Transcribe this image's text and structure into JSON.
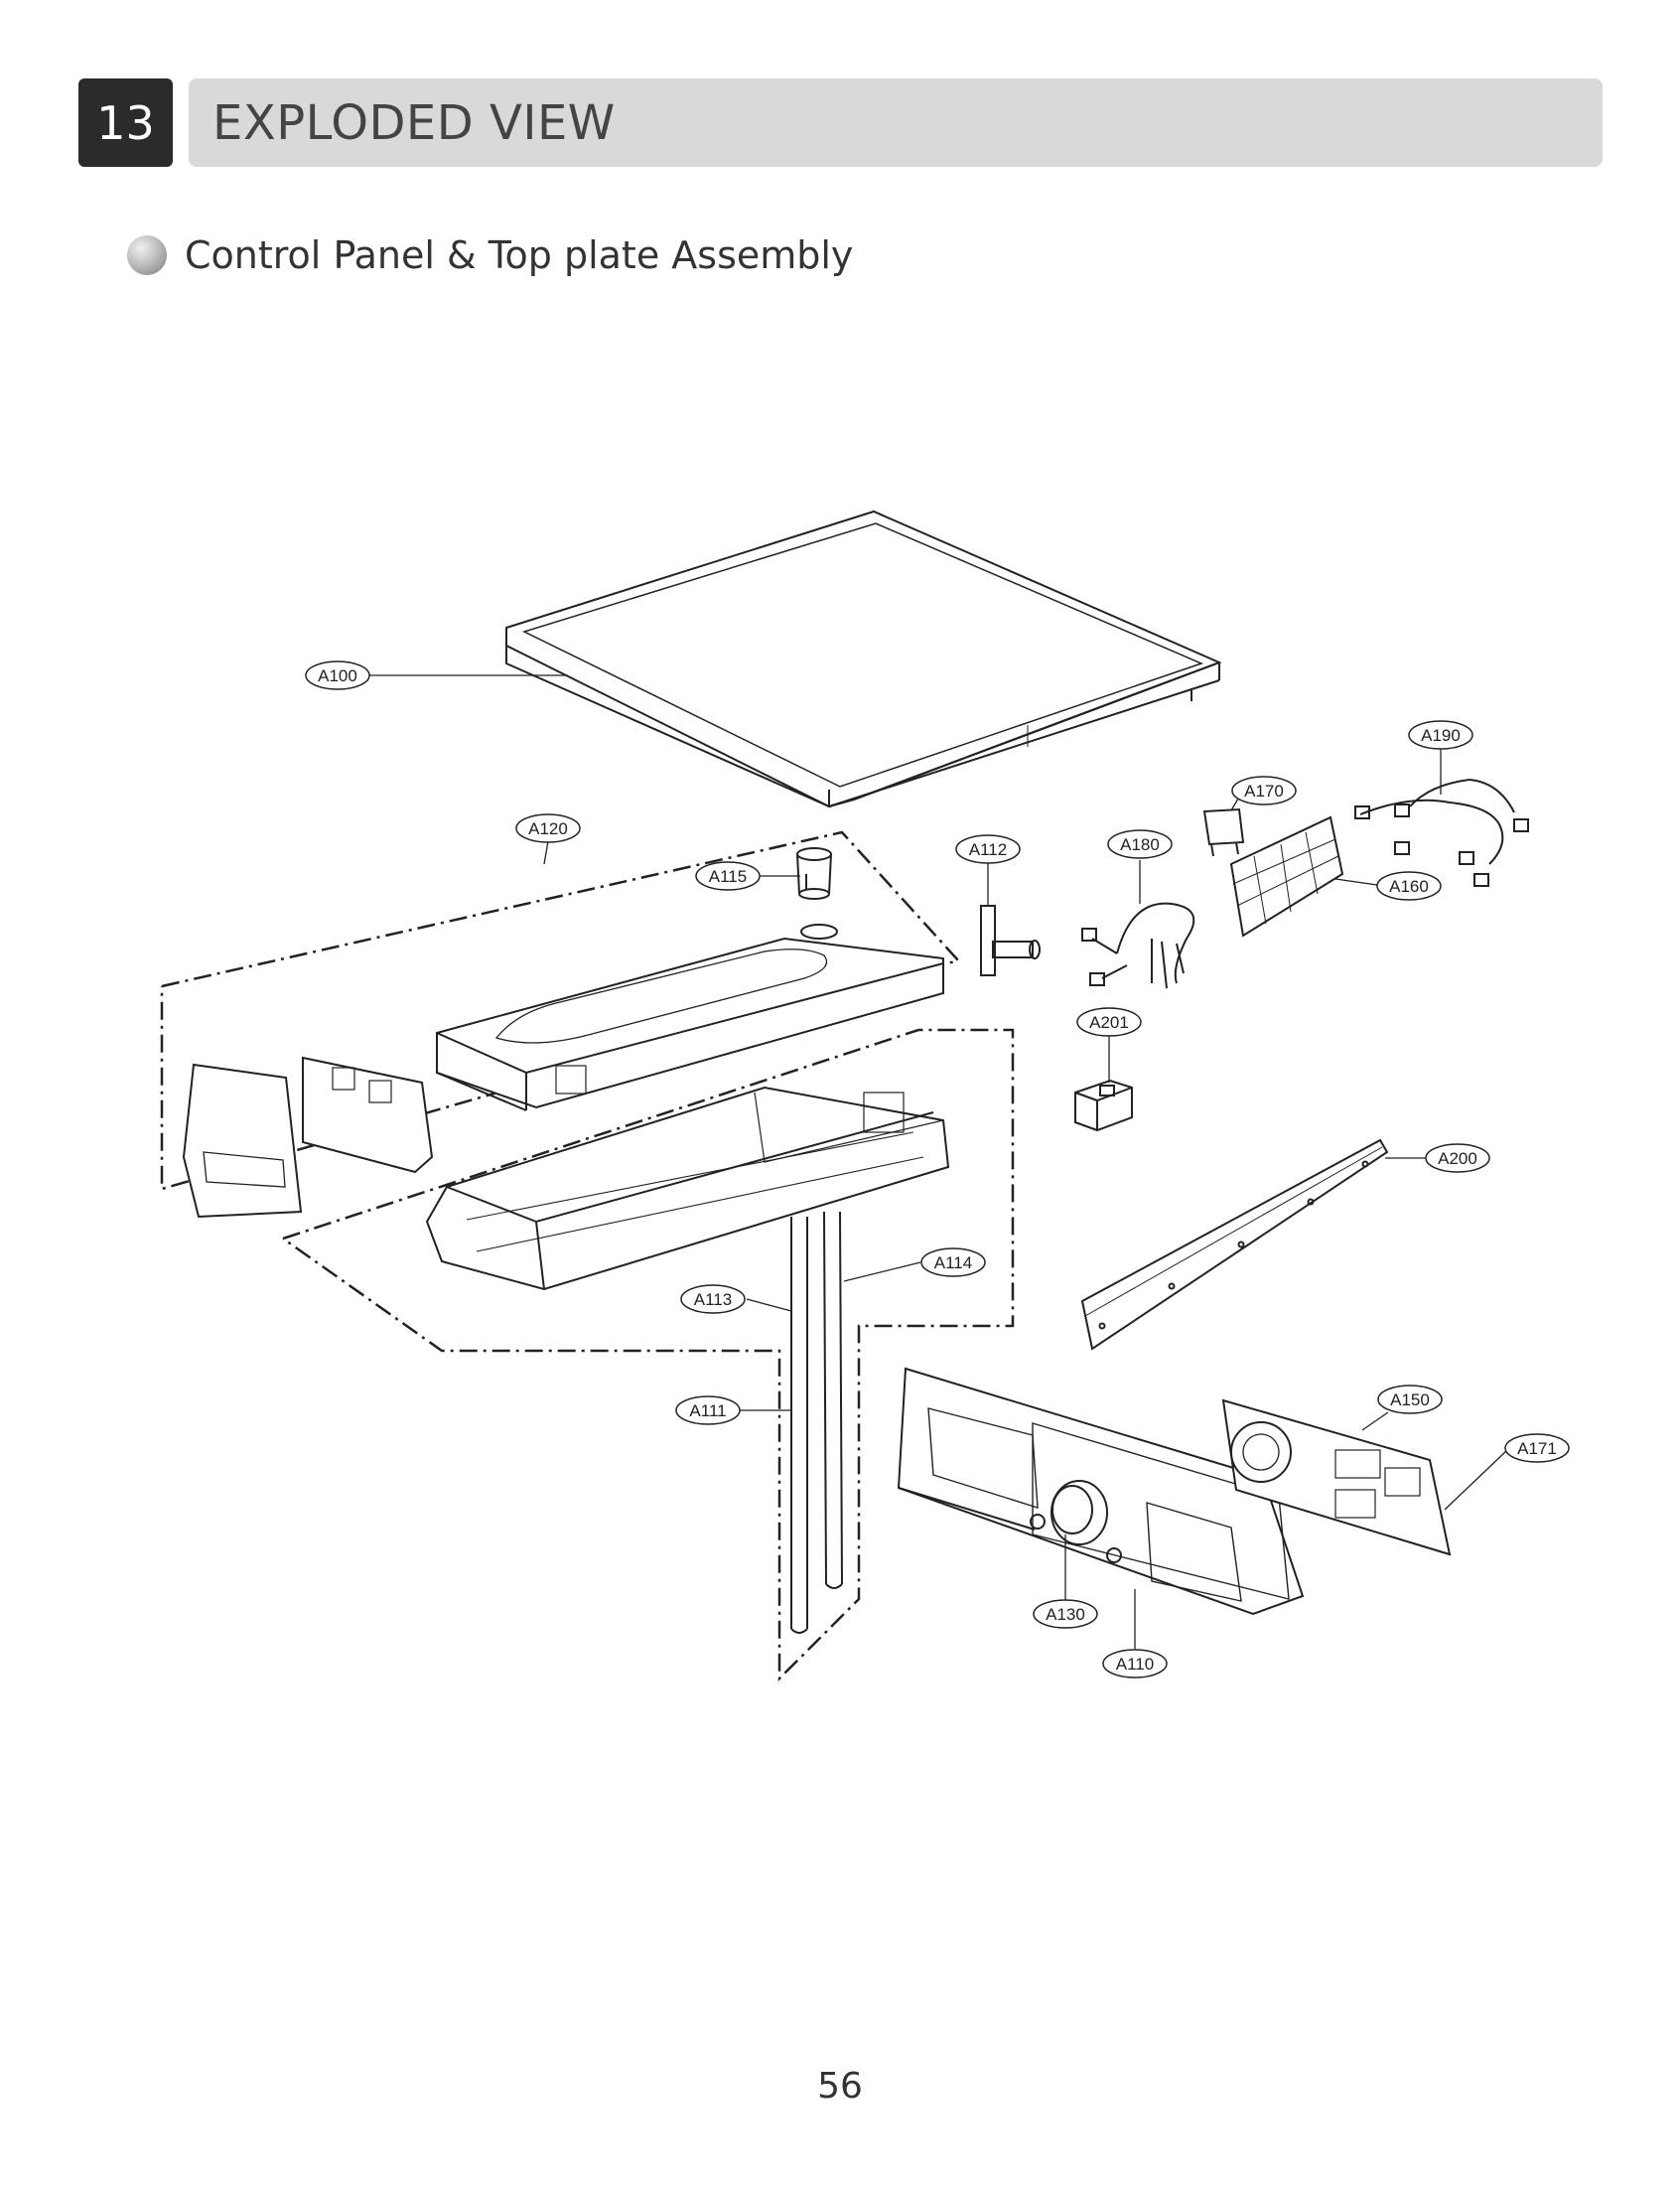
{
  "header": {
    "chapter_number": "13",
    "title": "EXPLODED VIEW"
  },
  "section": {
    "title": "Control Panel & Top plate Assembly"
  },
  "callouts": {
    "A100": "A100",
    "A110": "A110",
    "A111": "A111",
    "A112": "A112",
    "A113": "A113",
    "A114": "A114",
    "A115": "A115",
    "A120": "A120",
    "A130": "A130",
    "A150": "A150",
    "A160": "A160",
    "A170": "A170",
    "A171": "A171",
    "A180": "A180",
    "A190": "A190",
    "A200": "A200",
    "A201": "A201"
  },
  "footer": {
    "page_number": "56"
  },
  "colors": {
    "chapter_box": "#2b2b2b",
    "title_bar": "#d9d9d9",
    "line": "#222222"
  }
}
